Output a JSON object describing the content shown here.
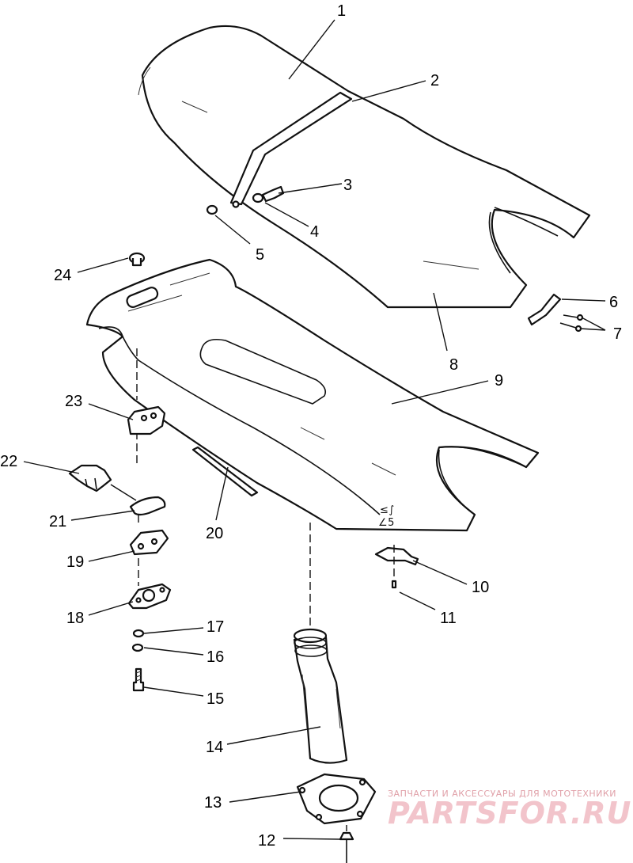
{
  "callouts": {
    "c1": "1",
    "c2": "2",
    "c3": "3",
    "c4": "4",
    "c5": "5",
    "c6": "6",
    "c7": "7",
    "c8": "8",
    "c9": "9",
    "c10": "10",
    "c11": "11",
    "c12": "12",
    "c13": "13",
    "c14": "14",
    "c15": "15",
    "c16": "16",
    "c17": "17",
    "c18": "18",
    "c19": "19",
    "c20": "20",
    "c21": "21",
    "c22": "22",
    "c23": "23",
    "c24": "24"
  },
  "watermark": {
    "tagline": "ЗАПЧАСТИ И АКСЕССУАРЫ ДЛЯ МОТОТЕХНИКИ",
    "brand": "PARTSFOR.RU"
  }
}
